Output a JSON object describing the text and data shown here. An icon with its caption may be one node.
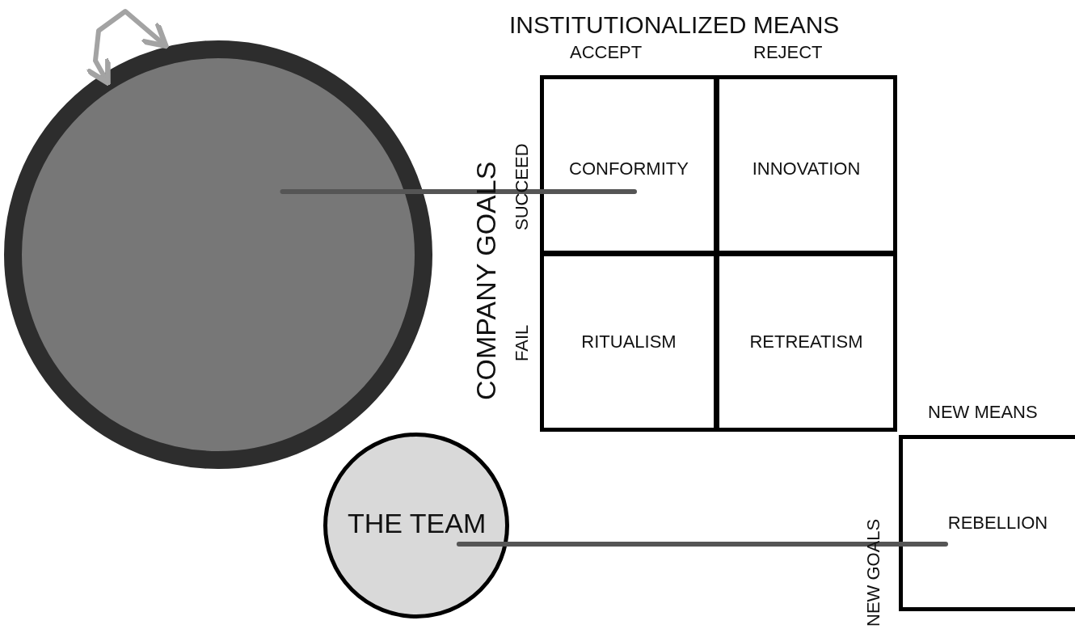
{
  "diagram": {
    "nodes": [
      {
        "text": [],
        "shape": "circle"
      },
      {
        "text": [
          "THE TEAM"
        ]
      },
      {
        "text": [
          "CONFORMITY"
        ]
      },
      {
        "text": [
          "INNOVATION"
        ]
      },
      {
        "text": [
          "RITUALISM"
        ]
      },
      {
        "text": [
          "RETREATISM"
        ]
      },
      {
        "text": [
          "REBELLION"
        ]
      }
    ],
    "edges": [
      {
        "from": 0,
        "to": 0,
        "arrow": "both",
        "color": "#a3a3a3"
      },
      {
        "from": 0,
        "to": 2,
        "arrow": "none"
      },
      {
        "from": 1,
        "to": 6,
        "arrow": "none"
      }
    ],
    "labels": [
      "INSTITUTIONALIZED MEANS",
      "ACCEPT",
      "REJECT",
      "COMPANY GOALS",
      "SUCCEED",
      "FAIL",
      "NEW MEANS",
      "NEW GOALS"
    ]
  }
}
